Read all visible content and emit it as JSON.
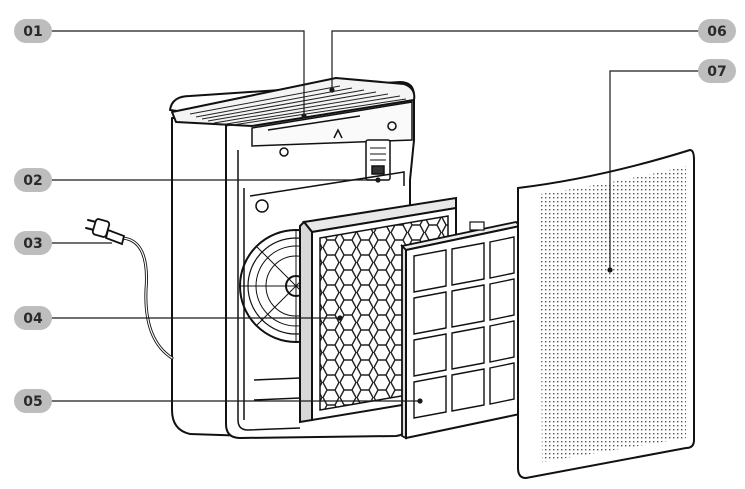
{
  "diagram": {
    "callouts": [
      {
        "id": "01",
        "label": "01"
      },
      {
        "id": "02",
        "label": "02"
      },
      {
        "id": "03",
        "label": "03"
      },
      {
        "id": "04",
        "label": "04"
      },
      {
        "id": "05",
        "label": "05"
      },
      {
        "id": "06",
        "label": "06"
      },
      {
        "id": "07",
        "label": "07"
      }
    ],
    "colors": {
      "badge_fill": "#bdbdbd",
      "line": "#1a1a1a",
      "stroke": "#111111",
      "body_fill": "#ffffff",
      "shade": "#e8e8e8"
    }
  }
}
